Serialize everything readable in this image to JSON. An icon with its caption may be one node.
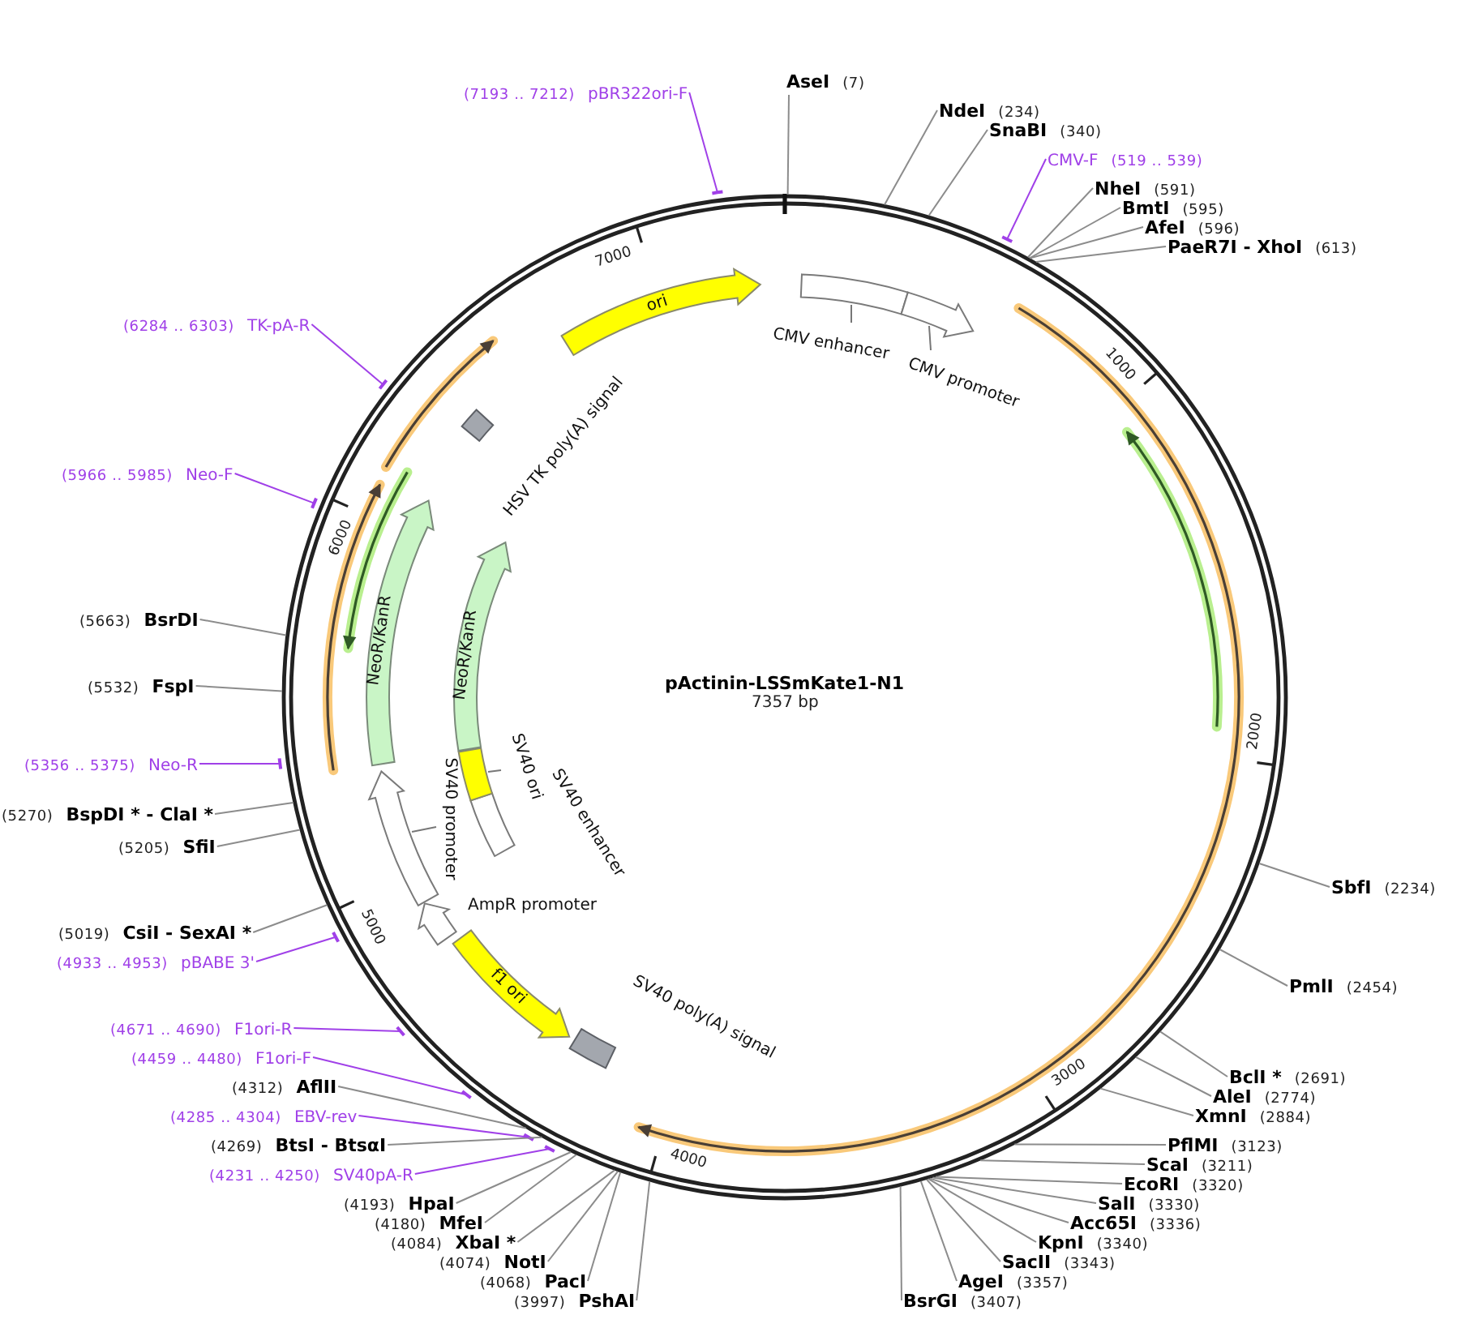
{
  "diagram": {
    "title": "pActinin-LSSmKate1-N1",
    "nodes": [
      {
        "text": [
          "AseI",
          "(7)"
        ]
      },
      {
        "text": [
          "NdeI",
          "(234)"
        ]
      },
      {
        "text": [
          "SnaBI",
          "(340)"
        ]
      },
      {
        "text": [
          "CMV-F",
          "(519 .. 539)"
        ]
      },
      {
        "text": [
          "NheI",
          "(591)"
        ]
      },
      {
        "text": [
          "BmtI",
          "(595)"
        ]
      },
      {
        "text": [
          "AfeI",
          "(596)"
        ]
      },
      {
        "text": [
          "PaeR7I - XhoI",
          "(613)"
        ]
      },
      {
        "text": [
          "SbfI",
          "(2234)"
        ]
      },
      {
        "text": [
          "PmlI",
          "(2454)"
        ]
      },
      {
        "text": [
          "BclI *",
          "(2691)"
        ]
      },
      {
        "text": [
          "AleI",
          "(2774)"
        ]
      },
      {
        "text": [
          "XmnI",
          "(2884)"
        ]
      },
      {
        "text": [
          "PflMI",
          "(3123)"
        ]
      },
      {
        "text": [
          "ScaI",
          "(3211)"
        ]
      },
      {
        "text": [
          "EcoRI",
          "(3320)"
        ]
      },
      {
        "text": [
          "SalI",
          "(3330)"
        ]
      },
      {
        "text": [
          "Acc65I",
          "(3336)"
        ]
      },
      {
        "text": [
          "KpnI",
          "(3340)"
        ]
      },
      {
        "text": [
          "SacII",
          "(3343)"
        ]
      },
      {
        "text": [
          "AgeI",
          "(3357)"
        ]
      },
      {
        "text": [
          "BsrGI",
          "(3407)"
        ]
      },
      {
        "text": [
          "(3997)",
          "PshAI"
        ]
      },
      {
        "text": [
          "(4068)",
          "PacI"
        ]
      },
      {
        "text": [
          "(4074)",
          "NotI"
        ]
      },
      {
        "text": [
          "(4084)",
          "XbaI *"
        ]
      },
      {
        "text": [
          "(4180)",
          "MfeI"
        ]
      },
      {
        "text": [
          "(4193)",
          "HpaI"
        ]
      },
      {
        "text": [
          "(4231 .. 4250)",
          "SV40pA-R"
        ]
      },
      {
        "text": [
          "(4269)",
          "BtsI - BtsαI"
        ]
      },
      {
        "text": [
          "(4285 .. 4304)",
          "EBV-rev"
        ]
      },
      {
        "text": [
          "(4312)",
          "AflII"
        ]
      },
      {
        "text": [
          "(4459 .. 4480)",
          "F1ori-F"
        ]
      },
      {
        "text": [
          "(4671 .. 4690)",
          "F1ori-R"
        ]
      },
      {
        "text": [
          "(4933 .. 4953)",
          "pBABE 3'"
        ]
      },
      {
        "text": [
          "(5019)",
          "CsiI - SexAI *"
        ]
      },
      {
        "text": [
          "(5205)",
          "SfiI"
        ]
      },
      {
        "text": [
          "(5270)",
          "BspDI * - ClaI *"
        ]
      },
      {
        "text": [
          "(5356 .. 5375)",
          "Neo-R"
        ]
      },
      {
        "text": [
          "(5532)",
          "FspI"
        ]
      },
      {
        "text": [
          "(5663)",
          "BsrDI"
        ]
      },
      {
        "text": [
          "(5966 .. 5985)",
          "Neo-F"
        ]
      },
      {
        "text": [
          "(6284 .. 6303)",
          "TK-pA-R"
        ]
      },
      {
        "text": [
          "(7193 .. 7212)",
          "pBR322ori-F"
        ]
      },
      {
        "text": [
          "CMV enhancer"
        ]
      },
      {
        "text": [
          "CMV promoter"
        ]
      },
      {
        "text": [
          "SV40 poly(A) signal"
        ]
      },
      {
        "text": [
          "f1 ori"
        ]
      },
      {
        "text": [
          "AmpR promoter"
        ]
      },
      {
        "text": [
          "SV40 promoter"
        ]
      },
      {
        "text": [
          "SV40 enhancer"
        ]
      },
      {
        "text": [
          "SV40 ori"
        ]
      },
      {
        "text": [
          "NeoR/KanR"
        ]
      },
      {
        "text": [
          "NeoR/KanR"
        ]
      },
      {
        "text": [
          "HSV TK poly(A) signal"
        ]
      },
      {
        "text": [
          "ori"
        ]
      }
    ],
    "edges": [
      {
        "from": 0,
        "to": null,
        "arrow": "none"
      },
      {
        "from": 1,
        "to": null,
        "arrow": "none"
      },
      {
        "from": 2,
        "to": null,
        "arrow": "none"
      },
      {
        "from": 3,
        "to": null,
        "arrow": "none",
        "color": "#a040e8"
      },
      {
        "from": 4,
        "to": null,
        "arrow": "none"
      },
      {
        "from": 5,
        "to": null,
        "arrow": "none"
      },
      {
        "from": 6,
        "to": null,
        "arrow": "none"
      },
      {
        "from": 7,
        "to": null,
        "arrow": "none"
      },
      {
        "from": 8,
        "to": null,
        "arrow": "none"
      },
      {
        "from": 9,
        "to": null,
        "arrow": "none"
      },
      {
        "from": 10,
        "to": null,
        "arrow": "none"
      },
      {
        "from": 11,
        "to": null,
        "arrow": "none"
      },
      {
        "from": 12,
        "to": null,
        "arrow": "none"
      },
      {
        "from": 13,
        "to": null,
        "arrow": "none"
      },
      {
        "from": 14,
        "to": null,
        "arrow": "none"
      },
      {
        "from": 15,
        "to": null,
        "arrow": "none"
      },
      {
        "from": 16,
        "to": null,
        "arrow": "none"
      },
      {
        "from": 17,
        "to": null,
        "arrow": "none"
      },
      {
        "from": 18,
        "to": null,
        "arrow": "none"
      },
      {
        "from": 19,
        "to": null,
        "arrow": "none"
      },
      {
        "from": 20,
        "to": null,
        "arrow": "none"
      },
      {
        "from": 21,
        "to": null,
        "arrow": "none"
      },
      {
        "from": 22,
        "to": null,
        "arrow": "none"
      },
      {
        "from": 23,
        "to": null,
        "arrow": "none"
      },
      {
        "from": 24,
        "to": null,
        "arrow": "none"
      },
      {
        "from": 25,
        "to": null,
        "arrow": "none"
      },
      {
        "from": 26,
        "to": null,
        "arrow": "none"
      },
      {
        "from": 27,
        "to": null,
        "arrow": "none"
      },
      {
        "from": 28,
        "to": null,
        "arrow": "none",
        "color": "#a040e8"
      },
      {
        "from": 29,
        "to": null,
        "arrow": "none"
      },
      {
        "from": 30,
        "to": null,
        "arrow": "none",
        "color": "#a040e8"
      },
      {
        "from": 31,
        "to": null,
        "arrow": "none"
      },
      {
        "from": 32,
        "to": null,
        "arrow": "none",
        "color": "#a040e8"
      },
      {
        "from": 33,
        "to": null,
        "arrow": "none",
        "color": "#a040e8"
      },
      {
        "from": 34,
        "to": null,
        "arrow": "none",
        "color": "#a040e8"
      },
      {
        "from": 35,
        "to": null,
        "arrow": "none"
      },
      {
        "from": 36,
        "to": null,
        "arrow": "none"
      },
      {
        "from": 37,
        "to": null,
        "arrow": "none"
      },
      {
        "from": 38,
        "to": null,
        "arrow": "none",
        "color": "#a040e8"
      },
      {
        "from": 39,
        "to": null,
        "arrow": "none"
      },
      {
        "from": 40,
        "to": null,
        "arrow": "none"
      },
      {
        "from": 41,
        "to": null,
        "arrow": "none",
        "color": "#a040e8"
      },
      {
        "from": 42,
        "to": null,
        "arrow": "none",
        "color": "#a040e8"
      },
      {
        "from": 43,
        "to": null,
        "arrow": "none",
        "color": "#a040e8"
      }
    ],
    "labels": [
      "7357 bp",
      "1000",
      "2000",
      "3000",
      "4000",
      "5000",
      "6000",
      "7000"
    ]
  }
}
